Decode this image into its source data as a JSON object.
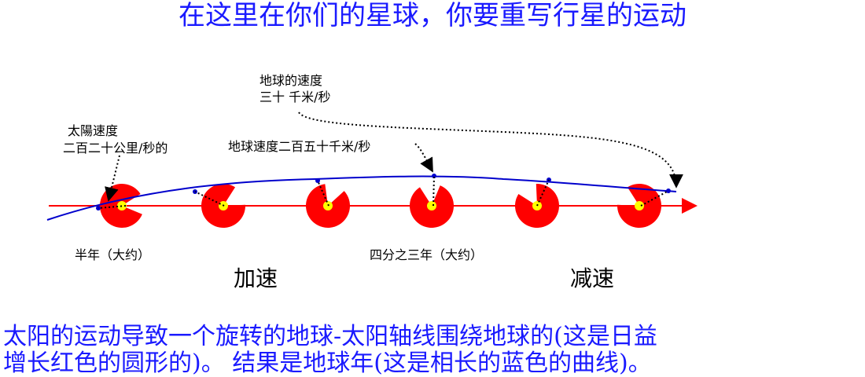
{
  "title": "在这里在你们的星球，你要重写行星的运动",
  "labels": {
    "earth_speed_line1": "地球的速度",
    "earth_speed_line2": "三十 千米/秒",
    "sun_speed_line1": "太陽速度",
    "sun_speed_line2": "二百二十公里/秒的",
    "earth_speed_total": "地球速度二百五十千米/秒",
    "half_year": "半年（大约）",
    "three_quarter_year": "四分之三年（大约）",
    "accelerate": "加速",
    "decelerate": "减速"
  },
  "caption": {
    "line1": "太阳的运动导致一个旋转的地球-太阳轴线围绕地球的(这是日益",
    "line2": "增长红色的圆形的)。   结果是地球年(这是相长的蓝色的曲线)。"
  },
  "colors": {
    "title": "#1a1aff",
    "sun_path": "#ff0000",
    "earth_path": "#0000cc",
    "sun_disc": "#ff0000",
    "sun_core": "#ffff00",
    "caption": "#1a1aff"
  }
}
